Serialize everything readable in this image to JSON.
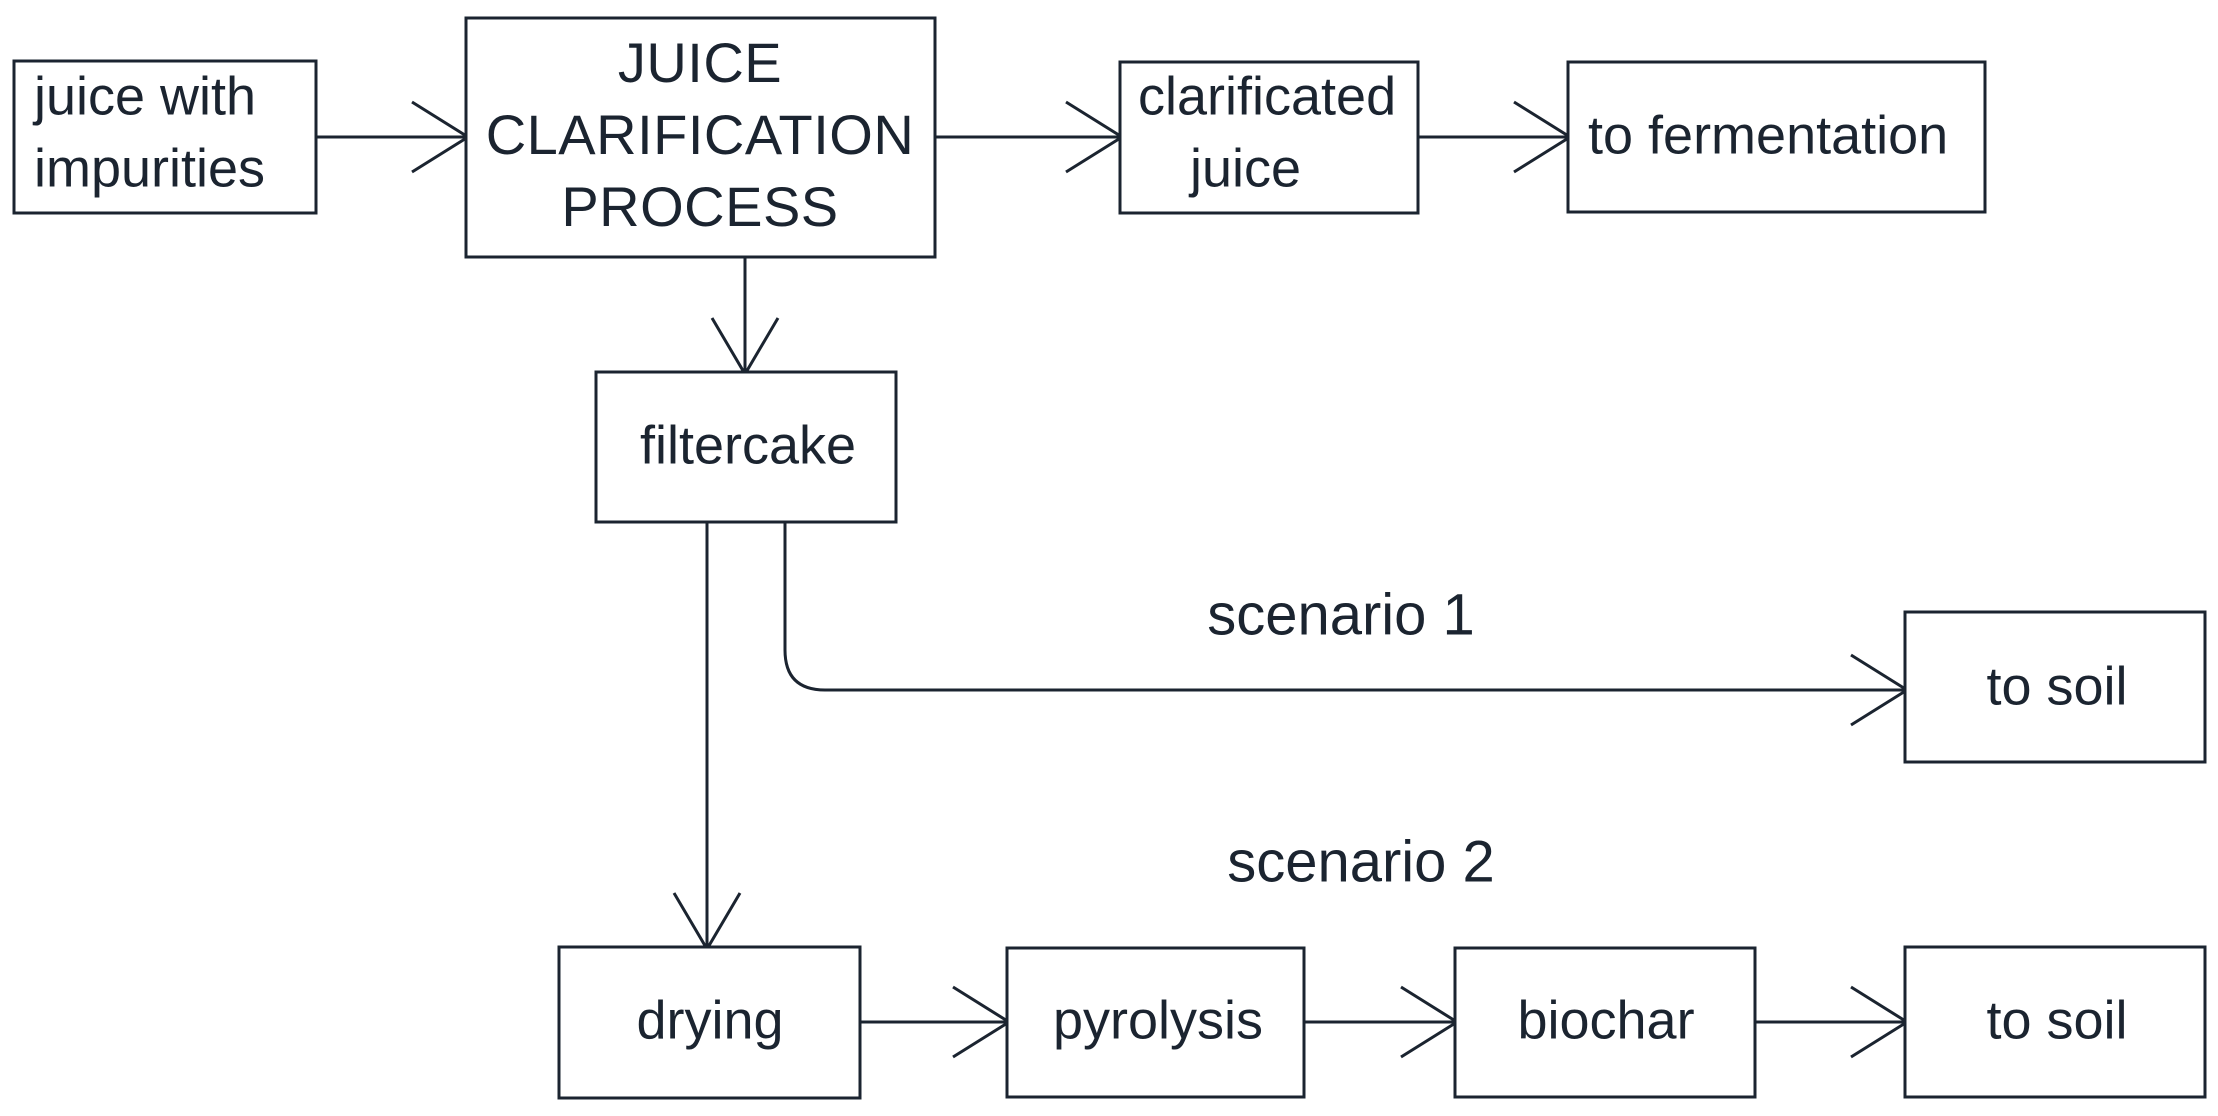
{
  "diagram": {
    "title": "Juice clarification and filtercake valorization flowchart",
    "background_color": "#ffffff",
    "stroke_color": "#1b2430",
    "nodes": {
      "juice_with_impurities": {
        "line1": "juice with",
        "line2": "impurities"
      },
      "juice_clarification_process": {
        "line1": "JUICE",
        "line2": "CLARIFICATION",
        "line3": "PROCESS"
      },
      "clarificated_juice": {
        "line1": "clarificated",
        "line2": "juice"
      },
      "to_fermentation": {
        "label": "to fermentation"
      },
      "filtercake": {
        "label": "filtercake"
      },
      "to_soil_scenario1": {
        "label": "to soil"
      },
      "drying": {
        "label": "drying"
      },
      "pyrolysis": {
        "label": "pyrolysis"
      },
      "biochar": {
        "label": "biochar"
      },
      "to_soil_scenario2": {
        "label": "to soil"
      }
    },
    "labels": {
      "scenario1": "scenario 1",
      "scenario2": "scenario 2"
    }
  }
}
